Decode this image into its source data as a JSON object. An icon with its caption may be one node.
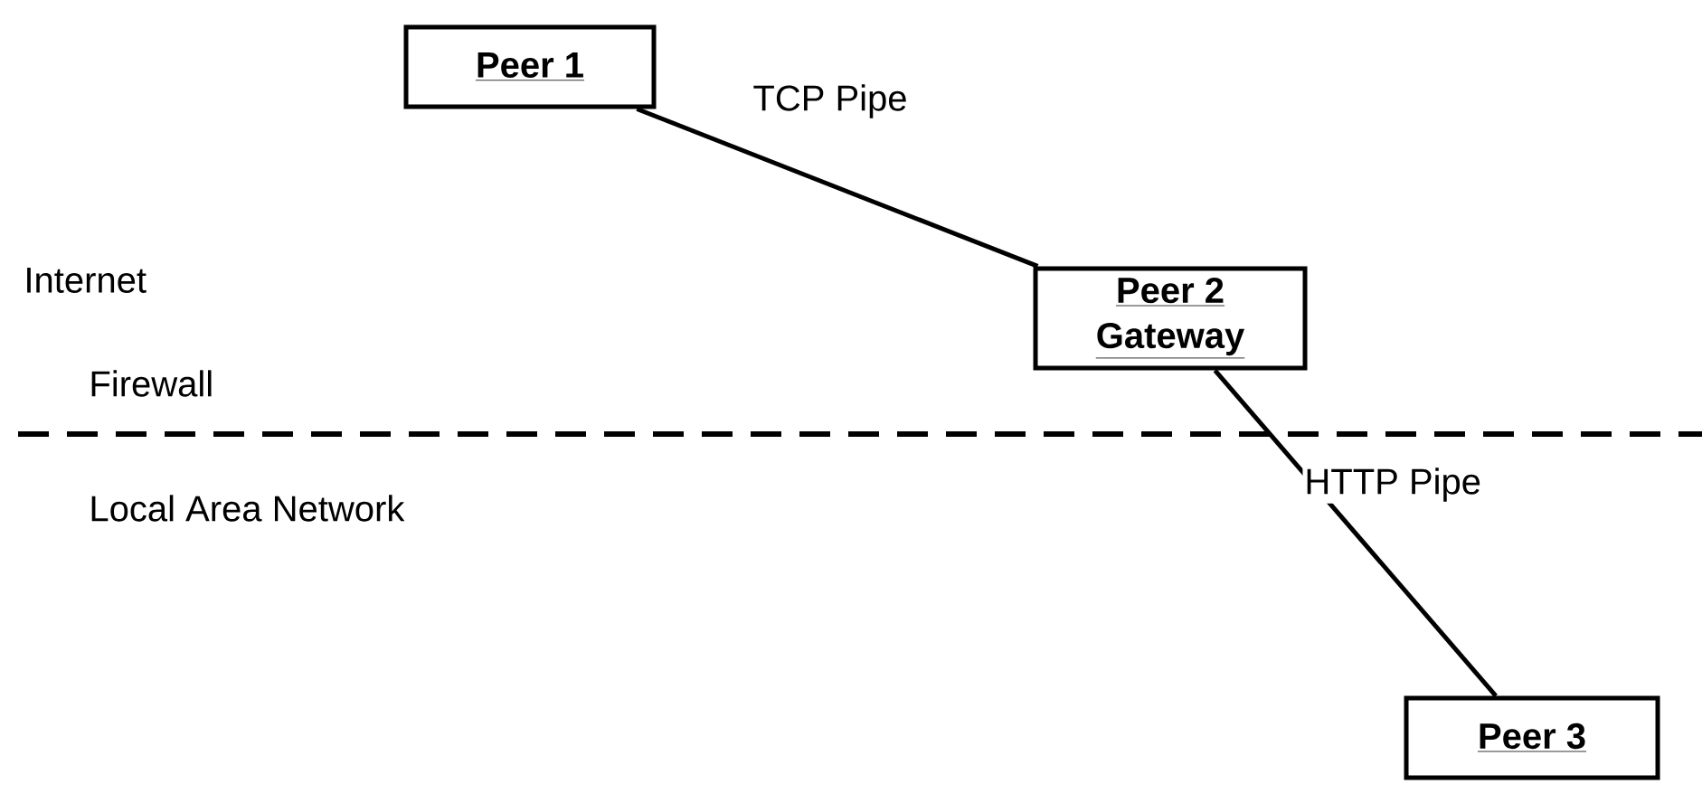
{
  "diagram": {
    "nodes": [
      {
        "text": [
          "Peer 1"
        ]
      },
      {
        "text": [
          "Peer 2",
          "Gateway"
        ]
      },
      {
        "text": [
          "Peer 3"
        ]
      }
    ],
    "edges": [
      {
        "from": 0,
        "to": 1,
        "arrow": "none",
        "label": "TCP Pipe"
      },
      {
        "from": 1,
        "to": 2,
        "arrow": "none",
        "label": "HTTP Pipe"
      }
    ],
    "labels": [
      "Internet",
      "Firewall",
      "Local Area Network"
    ]
  }
}
